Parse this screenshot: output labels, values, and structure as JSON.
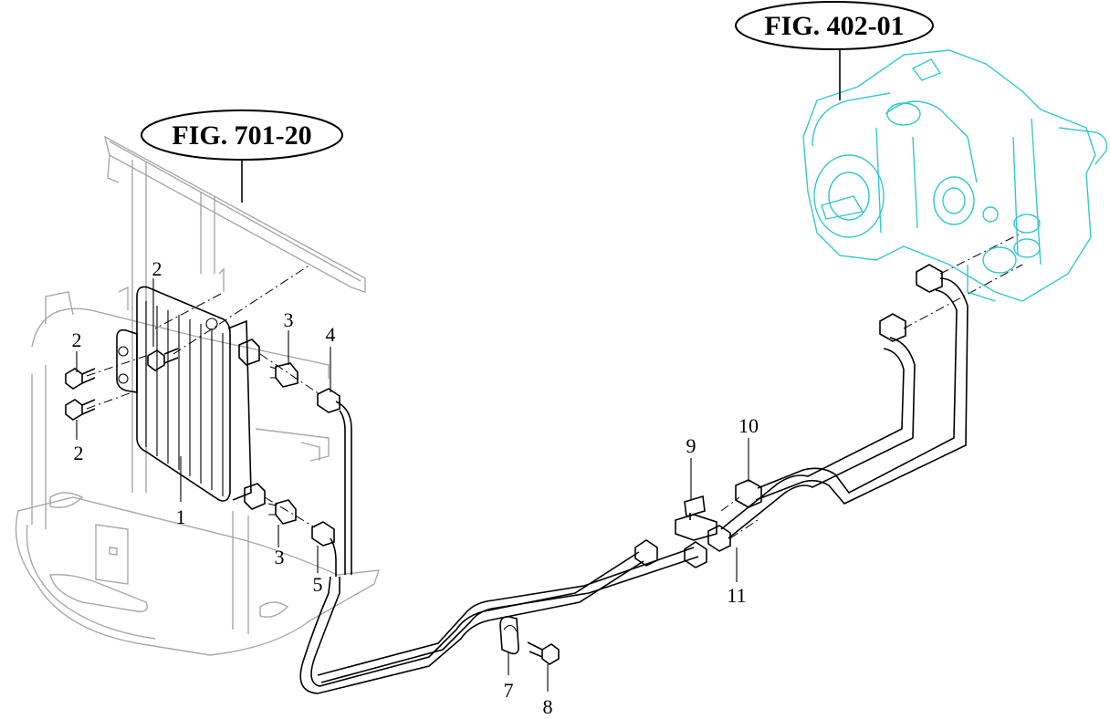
{
  "figures": {
    "left": "FIG. 701-20",
    "right": "FIG. 402-01"
  },
  "callouts": [
    {
      "id": "c1",
      "text": "1"
    },
    {
      "id": "c2a",
      "text": "2"
    },
    {
      "id": "c2b",
      "text": "2"
    },
    {
      "id": "c2c",
      "text": "2"
    },
    {
      "id": "c3a",
      "text": "3"
    },
    {
      "id": "c3b",
      "text": "3"
    },
    {
      "id": "c4",
      "text": "4"
    },
    {
      "id": "c5",
      "text": "5"
    },
    {
      "id": "c7",
      "text": "7"
    },
    {
      "id": "c8",
      "text": "8"
    },
    {
      "id": "c9",
      "text": "9"
    },
    {
      "id": "c10",
      "text": "10"
    },
    {
      "id": "c11",
      "text": "11"
    }
  ],
  "colors": {
    "line": "#000000",
    "frame": "#a8a8a8",
    "pump": "#33c8cf"
  }
}
